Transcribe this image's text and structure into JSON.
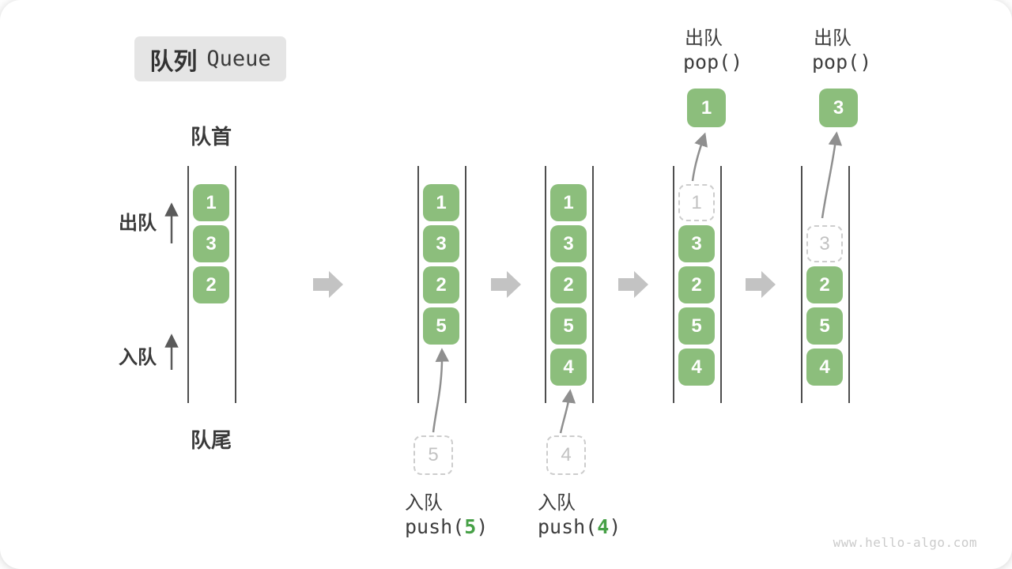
{
  "title": {
    "zh": "队列",
    "en": "Queue"
  },
  "structure_labels": {
    "front": "队首",
    "rear": "队尾",
    "dequeue": "出队",
    "enqueue": "入队"
  },
  "states": [
    {
      "queue": [
        "1",
        "3",
        "2"
      ]
    },
    {
      "queue": [
        "1",
        "3",
        "2",
        "5"
      ],
      "incoming": "5",
      "action_label": "入队",
      "code_fn": "push(",
      "code_arg": "5",
      "code_close": ")"
    },
    {
      "queue": [
        "1",
        "3",
        "2",
        "5",
        "4"
      ],
      "incoming": "4",
      "action_label": "入队",
      "code_fn": "push(",
      "code_arg": "4",
      "code_close": ")"
    },
    {
      "queue": [
        "3",
        "2",
        "5",
        "4"
      ],
      "removed": "1",
      "popped": "1",
      "action_label": "出队",
      "code": "pop()"
    },
    {
      "queue": [
        "2",
        "5",
        "4"
      ],
      "removed": "3",
      "popped": "3",
      "action_label": "出队",
      "code": "pop()"
    }
  ],
  "watermark": "www.hello-algo.com",
  "colors": {
    "element_green": "#8cbe7c",
    "code_arg_green": "#46a046",
    "transition_arrow_gray": "#c3c3c3",
    "dashed_placeholder_gray": "#cdcdcd",
    "thin_arrow_gray": "#8f8f8f",
    "title_box_bg": "#e5e5e5",
    "text_dark": "#3a3a3a"
  }
}
